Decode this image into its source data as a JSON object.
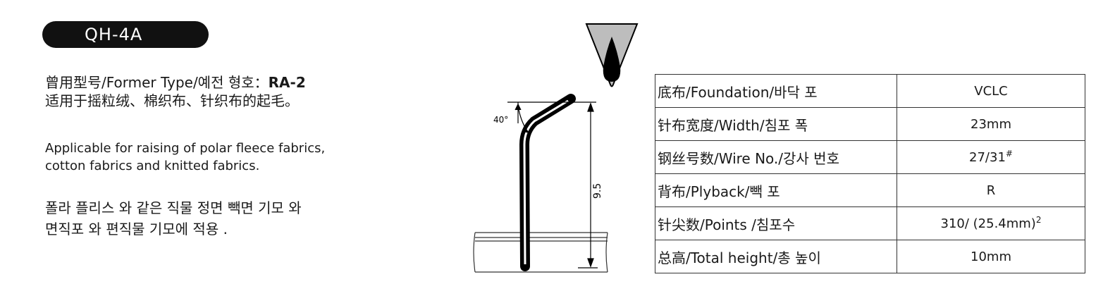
{
  "model": "QH-4A",
  "desc": {
    "former_label": "曾用型号/Former Type/예전 형호：",
    "former_value": "RA-2",
    "cn_usage": "适用于摇粒绒、棉织布、针织布的起毛。",
    "en_line1": "Applicable for raising of polar fleece fabrics,",
    "en_line2": "cotton fabrics and knitted fabrics.",
    "kr_line1": "폴라 플리스 와 같은 직물 정면 빽면 기모  와",
    "kr_line2": "면직포 와 편직물 기모에 적용 ."
  },
  "diagram": {
    "angle_label": "40°",
    "height_label": "9.5"
  },
  "specs": [
    {
      "label": "底布/Foundation/바닥 포",
      "value": "VCLC",
      "sup": ""
    },
    {
      "label": "针布宽度/Width/침포 폭",
      "value": "23mm",
      "sup": ""
    },
    {
      "label": "钢丝号数/Wire No./강사 번호",
      "value": "27/31",
      "sup": "#"
    },
    {
      "label": "背布/Plyback/빽 포",
      "value": "R",
      "sup": ""
    },
    {
      "label": "针尖数/Points /침포수",
      "value": "310/ (25.4mm)",
      "sup": "2"
    },
    {
      "label": "总高/Total height/총 높이",
      "value": "10mm",
      "sup": ""
    }
  ]
}
